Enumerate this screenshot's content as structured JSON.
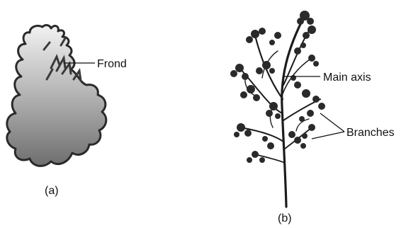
{
  "panel_a": {
    "caption": "(a)",
    "label_frond": "Frond"
  },
  "panel_b": {
    "caption": "(b)",
    "label_main_axis": "Main axis",
    "label_branches": "Branches"
  }
}
